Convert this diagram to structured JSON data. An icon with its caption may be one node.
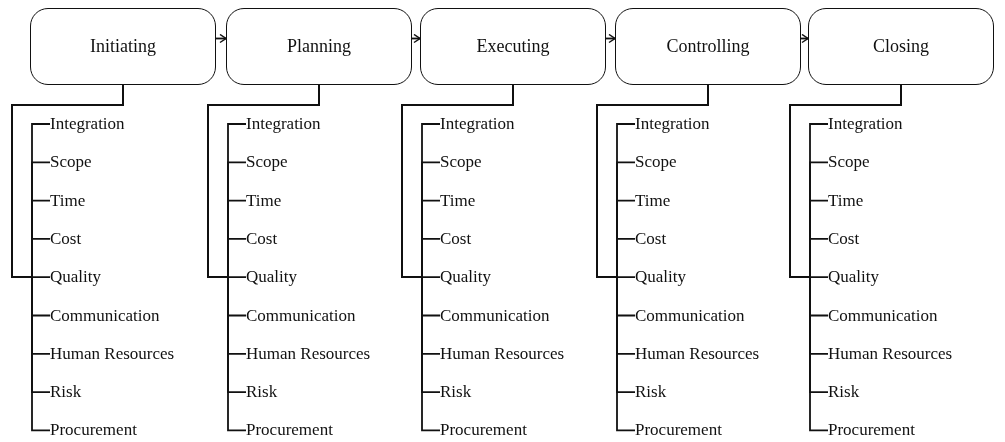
{
  "diagram": {
    "nodes": [
      {
        "text": [
          "Initiating"
        ]
      },
      {
        "text": [
          "Planning"
        ]
      },
      {
        "text": [
          "Executing"
        ]
      },
      {
        "text": [
          "Controlling"
        ]
      },
      {
        "text": [
          "Closing"
        ]
      },
      {
        "text": [
          "Integration"
        ]
      },
      {
        "text": [
          "Scope"
        ]
      },
      {
        "text": [
          "Time"
        ]
      },
      {
        "text": [
          "Cost"
        ]
      },
      {
        "text": [
          "Quality"
        ]
      },
      {
        "text": [
          "Communication"
        ]
      },
      {
        "text": [
          "Human Resources"
        ]
      },
      {
        "text": [
          "Risk"
        ]
      },
      {
        "text": [
          "Procurement"
        ]
      },
      {
        "text": [
          "Integration"
        ]
      },
      {
        "text": [
          "Scope"
        ]
      },
      {
        "text": [
          "Time"
        ]
      },
      {
        "text": [
          "Cost"
        ]
      },
      {
        "text": [
          "Quality"
        ]
      },
      {
        "text": [
          "Communication"
        ]
      },
      {
        "text": [
          "Human Resources"
        ]
      },
      {
        "text": [
          "Risk"
        ]
      },
      {
        "text": [
          "Procurement"
        ]
      },
      {
        "text": [
          "Integration"
        ]
      },
      {
        "text": [
          "Scope"
        ]
      },
      {
        "text": [
          "Time"
        ]
      },
      {
        "text": [
          "Cost"
        ]
      },
      {
        "text": [
          "Quality"
        ]
      },
      {
        "text": [
          "Communication"
        ]
      },
      {
        "text": [
          "Human Resources"
        ]
      },
      {
        "text": [
          "Risk"
        ]
      },
      {
        "text": [
          "Procurement"
        ]
      },
      {
        "text": [
          "Integration"
        ]
      },
      {
        "text": [
          "Scope"
        ]
      },
      {
        "text": [
          "Time"
        ]
      },
      {
        "text": [
          "Cost"
        ]
      },
      {
        "text": [
          "Quality"
        ]
      },
      {
        "text": [
          "Communication"
        ]
      },
      {
        "text": [
          "Human Resources"
        ]
      },
      {
        "text": [
          "Risk"
        ]
      },
      {
        "text": [
          "Procurement"
        ]
      },
      {
        "text": [
          "Integration"
        ]
      },
      {
        "text": [
          "Scope"
        ]
      },
      {
        "text": [
          "Time"
        ]
      },
      {
        "text": [
          "Cost"
        ]
      },
      {
        "text": [
          "Quality"
        ]
      },
      {
        "text": [
          "Communication"
        ]
      },
      {
        "text": [
          "Human Resources"
        ]
      },
      {
        "text": [
          "Risk"
        ]
      },
      {
        "text": [
          "Procurement"
        ]
      }
    ],
    "edges": [
      {
        "from": 0,
        "to": 1,
        "arrow": "to"
      },
      {
        "from": 1,
        "to": 2,
        "arrow": "to"
      },
      {
        "from": 2,
        "to": 3,
        "arrow": "to"
      },
      {
        "from": 3,
        "to": 4,
        "arrow": "to"
      },
      {
        "from": 0,
        "to": 5,
        "arrow": "none"
      },
      {
        "from": 0,
        "to": 6,
        "arrow": "none"
      },
      {
        "from": 0,
        "to": 7,
        "arrow": "none"
      },
      {
        "from": 0,
        "to": 8,
        "arrow": "none"
      },
      {
        "from": 0,
        "to": 9,
        "arrow": "none"
      },
      {
        "from": 0,
        "to": 10,
        "arrow": "none"
      },
      {
        "from": 0,
        "to": 11,
        "arrow": "none"
      },
      {
        "from": 0,
        "to": 12,
        "arrow": "none"
      },
      {
        "from": 0,
        "to": 13,
        "arrow": "none"
      },
      {
        "from": 1,
        "to": 14,
        "arrow": "none"
      },
      {
        "from": 1,
        "to": 15,
        "arrow": "none"
      },
      {
        "from": 1,
        "to": 16,
        "arrow": "none"
      },
      {
        "from": 1,
        "to": 17,
        "arrow": "none"
      },
      {
        "from": 1,
        "to": 18,
        "arrow": "none"
      },
      {
        "from": 1,
        "to": 19,
        "arrow": "none"
      },
      {
        "from": 1,
        "to": 20,
        "arrow": "none"
      },
      {
        "from": 1,
        "to": 21,
        "arrow": "none"
      },
      {
        "from": 1,
        "to": 22,
        "arrow": "none"
      },
      {
        "from": 2,
        "to": 23,
        "arrow": "none"
      },
      {
        "from": 2,
        "to": 24,
        "arrow": "none"
      },
      {
        "from": 2,
        "to": 25,
        "arrow": "none"
      },
      {
        "from": 2,
        "to": 26,
        "arrow": "none"
      },
      {
        "from": 2,
        "to": 27,
        "arrow": "none"
      },
      {
        "from": 2,
        "to": 28,
        "arrow": "none"
      },
      {
        "from": 2,
        "to": 29,
        "arrow": "none"
      },
      {
        "from": 2,
        "to": 30,
        "arrow": "none"
      },
      {
        "from": 2,
        "to": 31,
        "arrow": "none"
      },
      {
        "from": 3,
        "to": 32,
        "arrow": "none"
      },
      {
        "from": 3,
        "to": 33,
        "arrow": "none"
      },
      {
        "from": 3,
        "to": 34,
        "arrow": "none"
      },
      {
        "from": 3,
        "to": 35,
        "arrow": "none"
      },
      {
        "from": 3,
        "to": 36,
        "arrow": "none"
      },
      {
        "from": 3,
        "to": 37,
        "arrow": "none"
      },
      {
        "from": 3,
        "to": 38,
        "arrow": "none"
      },
      {
        "from": 3,
        "to": 39,
        "arrow": "none"
      },
      {
        "from": 3,
        "to": 40,
        "arrow": "none"
      },
      {
        "from": 4,
        "to": 41,
        "arrow": "none"
      },
      {
        "from": 4,
        "to": 42,
        "arrow": "none"
      },
      {
        "from": 4,
        "to": 43,
        "arrow": "none"
      },
      {
        "from": 4,
        "to": 44,
        "arrow": "none"
      },
      {
        "from": 4,
        "to": 45,
        "arrow": "none"
      },
      {
        "from": 4,
        "to": 46,
        "arrow": "none"
      },
      {
        "from": 4,
        "to": 47,
        "arrow": "none"
      },
      {
        "from": 4,
        "to": 48,
        "arrow": "none"
      },
      {
        "from": 4,
        "to": 49,
        "arrow": "none"
      }
    ]
  }
}
